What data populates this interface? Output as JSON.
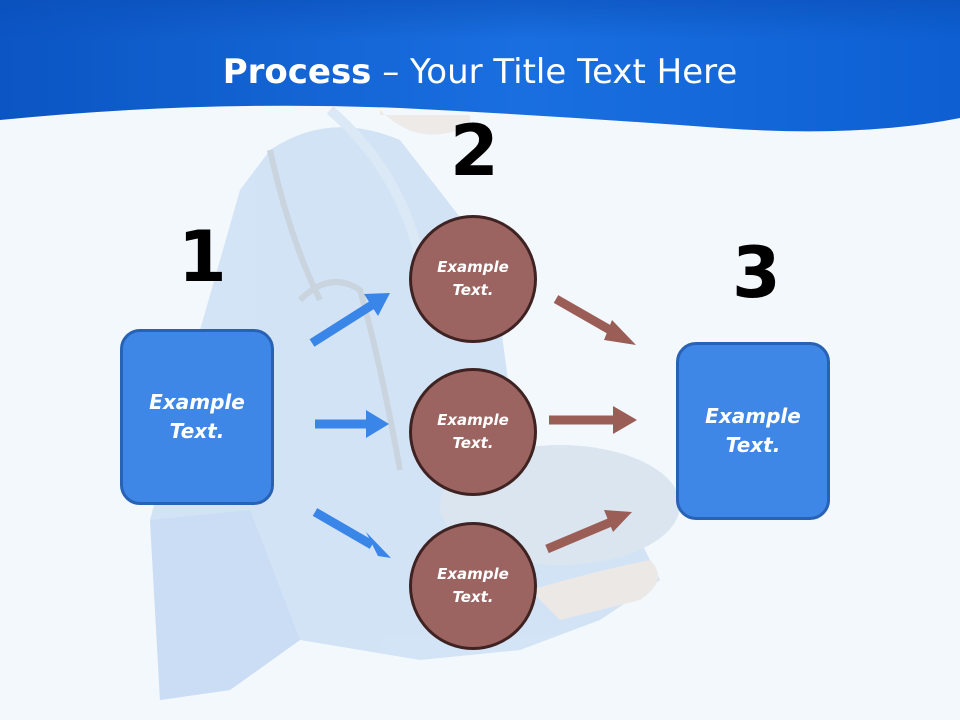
{
  "title": {
    "bold": "Process",
    "rest": " – Your Title Text Here"
  },
  "steps": {
    "one": "1",
    "two": "2",
    "three": "3"
  },
  "left_box": {
    "text": "Example Text."
  },
  "right_box": {
    "text": "Example Text."
  },
  "circles": [
    {
      "text": "Example Text."
    },
    {
      "text": "Example Text."
    },
    {
      "text": "Example Text."
    }
  ],
  "colors": {
    "header": "#0e62d6",
    "box": "#3f87e6",
    "circle": "#9b6461",
    "arrow_blue": "#3a85e8",
    "arrow_brown": "#9b5e57"
  },
  "icons": [
    "arrow-right-icon",
    "arrow-up-right-icon",
    "arrow-down-right-icon"
  ]
}
